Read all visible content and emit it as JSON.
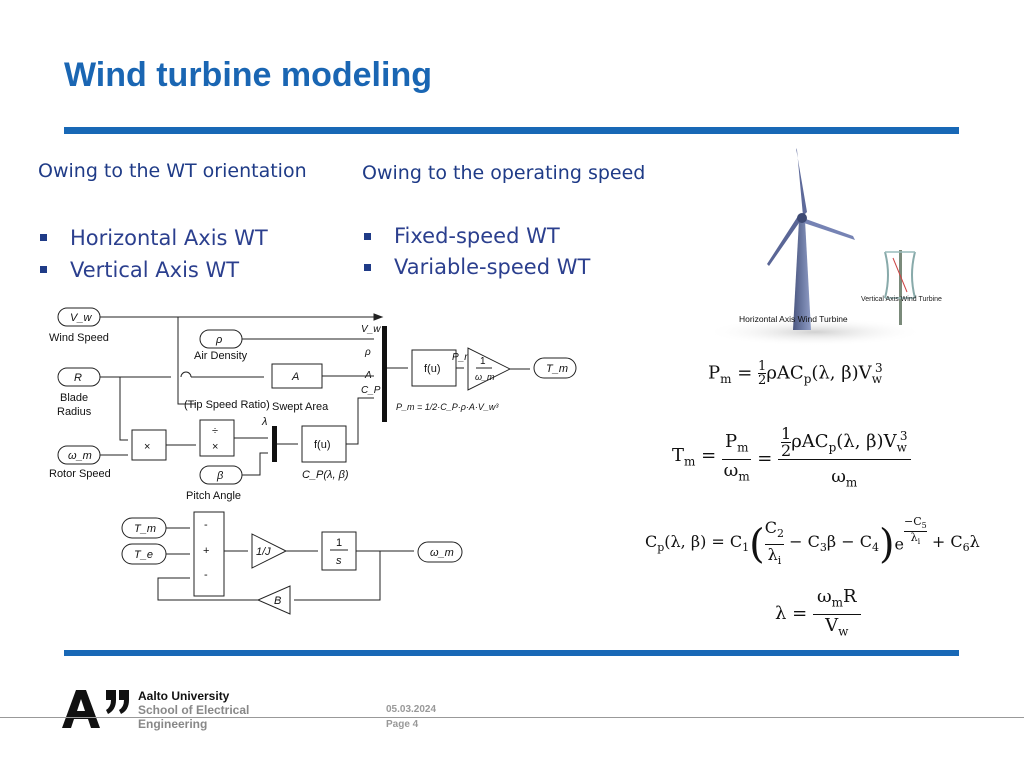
{
  "slide": {
    "title": "Wind turbine modeling",
    "left_column": {
      "heading": "Owing to the WT orientation",
      "items": [
        "Horizontal Axis WT",
        "Vertical Axis WT"
      ]
    },
    "right_column": {
      "heading": "Owing to the operating speed",
      "items": [
        "Fixed-speed WT",
        "Variable-speed WT"
      ]
    },
    "accent_color": "#1868b6"
  },
  "image": {
    "vertical_label": "Vertical Axis Wind Turbine",
    "horizontal_label": "Horizontal Axis Wind Turbine"
  },
  "diagram1": {
    "inputs": [
      "Wind Speed",
      "Blade Radius",
      "Rotor Speed"
    ],
    "input_symbols": [
      "V_w",
      "R",
      "ω_m"
    ],
    "rho_symbol": "ρ",
    "air_density": "Air Density",
    "area_symbol": "A",
    "swept_area": "Swept Area",
    "tsr_label": "(Tip Speed Ratio)",
    "lambda": "λ",
    "beta_symbol": "β",
    "pitch_angle": "Pitch Angle",
    "cp_label": "C_P(λ, β)",
    "fu": "f(u)",
    "mult": "×",
    "div": "÷",
    "mux_labels": [
      "V_w",
      "ρ",
      "A",
      "C_P"
    ],
    "out_pm": "P_m",
    "gain_num": "1",
    "gain_den": "ω_m",
    "output": "T_m",
    "pm_formula": "P_m = 1/2·C_P·ρ·A·V_w³"
  },
  "diagram2": {
    "inputs": [
      "T_m",
      "T_e"
    ],
    "signs": [
      "-",
      "+",
      "-"
    ],
    "inertia": "1/J",
    "integrator_num": "1",
    "integrator_den": "s",
    "output": "ω_m",
    "feedback": "B"
  },
  "equations": {
    "eq1": "Pm = ½ρACp(λ,β)Vw³",
    "eq2": "Tm = Pm/ωm = (½ρACp(λ,β)Vw³)/ωm",
    "eq3": "Cp(λ,β) = C1(C2/λi − C3β − C4)e^(−C5/λi) + C6λ",
    "eq4": "λ = ωmR/Vw"
  },
  "footer": {
    "university": "Aalto University",
    "school_line1": "School of Electrical",
    "school_line2": "Engineering",
    "date": "05.03.2024",
    "page": "Page 4"
  }
}
